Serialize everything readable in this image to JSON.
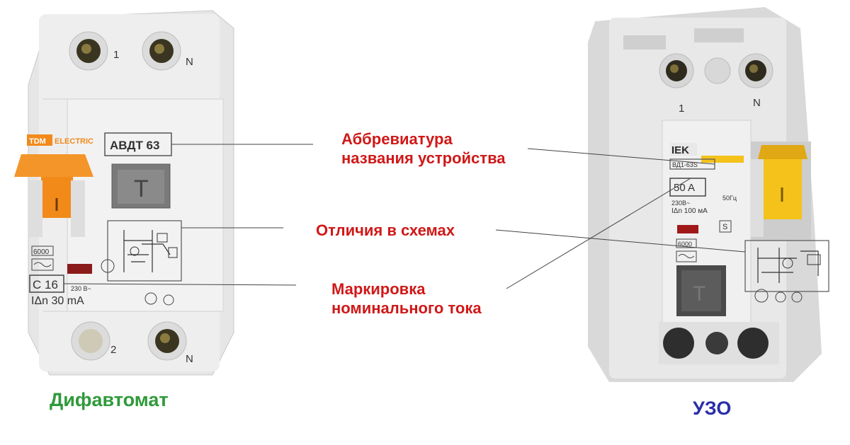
{
  "left_device": {
    "caption": "Дифавтомат",
    "brand": "TDM ELECTRIC",
    "brand_tdm": "TDM",
    "brand_electric": "ELECTRIC",
    "model": "АВДТ 63",
    "terminal_top_1": "1",
    "terminal_top_n": "N",
    "terminal_bottom_2": "2",
    "terminal_bottom_n": "N",
    "test_button": "T",
    "breaking_capacity": "6000",
    "rating": "C 16",
    "voltage": "230 В~",
    "leakage": "IΔn  30 mA",
    "colors": {
      "caption": "#2f9a3a",
      "handle": "#f28a1a",
      "body": "#ebebeb"
    }
  },
  "right_device": {
    "caption": "УЗО",
    "brand": "IEK",
    "model": "ВД1-63S",
    "terminal_top_1": "1",
    "terminal_top_n": "N",
    "test_button": "T",
    "rating": "50 A",
    "voltage": "230В~",
    "frequency": "50Гц",
    "leakage": "IΔn 100 мА",
    "type_mark": "S",
    "breaking_capacity": "6000",
    "colors": {
      "caption": "#2a2fa8",
      "handle": "#f4c21a",
      "body": "#e6e6e6"
    }
  },
  "callouts": {
    "abbreviation_line1": "Аббревиатура",
    "abbreviation_line2": "названия устройства",
    "schemes": "Отличия в схемах",
    "rating_line1": "Маркировка",
    "rating_line2": "номинального тока",
    "color": "#d01818"
  }
}
